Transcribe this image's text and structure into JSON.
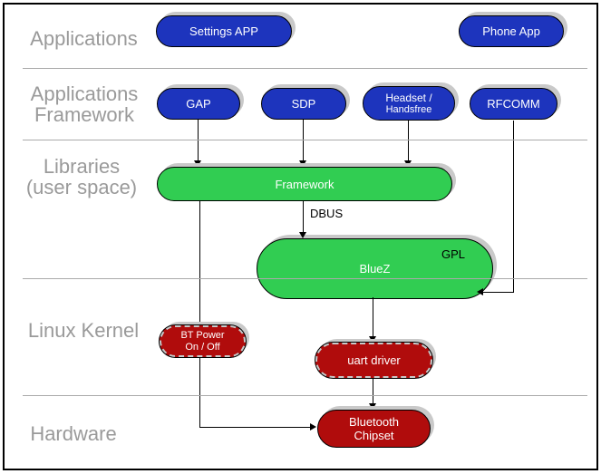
{
  "layers": {
    "applications": "Applications",
    "applications_framework": {
      "line1": "Applications",
      "line2": "Framework"
    },
    "libraries": {
      "line1": "Libraries",
      "line2": "(user space)"
    },
    "linux_kernel": "Linux Kernel",
    "hardware": "Hardware"
  },
  "nodes": {
    "settings_app": "Settings APP",
    "phone_app": "Phone App",
    "gap": "GAP",
    "sdp": "SDP",
    "headset": {
      "line1": "Headset /",
      "line2": "Handsfree"
    },
    "rfcomm": "RFCOMM",
    "framework": "Framework",
    "bluez": "BlueZ",
    "bluez_badge": "GPL",
    "bt_power": {
      "line1": "BT Power",
      "line2": "On / Off"
    },
    "uart_driver": "uart driver",
    "bt_chipset": {
      "line1": "Bluetooth",
      "line2": "Chipset"
    }
  },
  "edges": {
    "dbus": "DBUS"
  },
  "colors": {
    "app_blue": "#1d34bd",
    "lib_green": "#31cd52",
    "kernel_red": "#b00c0c",
    "label_gray": "#9a9a9a",
    "shadow_gray": "#c9c9c9"
  }
}
